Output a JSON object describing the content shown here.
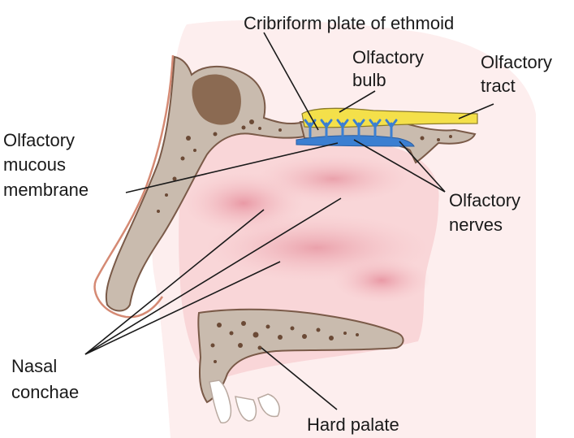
{
  "labels": {
    "cribriform": "Cribriform plate of ethmoid",
    "bulb_1": "Olfactory",
    "bulb_2": "bulb",
    "tract_1": "Olfactory",
    "tract_2": "tract",
    "mucous_1": "Olfactory",
    "mucous_2": "mucous",
    "mucous_3": "membrane",
    "nerves_1": "Olfactory",
    "nerves_2": "nerves",
    "conchae_1": "Nasal",
    "conchae_2": "conchae",
    "palate": "Hard palate"
  },
  "colors": {
    "bone": "#c9bbae",
    "bone_edge": "#7a5a48",
    "bone_spot": "#6b4a36",
    "sinus": "#8b6a52",
    "tissue_light": "#fbe3e4",
    "tissue_mid": "#f6c9cd",
    "tissue_dark": "#eeaab3",
    "skin_line": "#d58a74",
    "bulb": "#f4e04a",
    "nerve": "#3b7fd1",
    "line": "#1a1a1a"
  }
}
